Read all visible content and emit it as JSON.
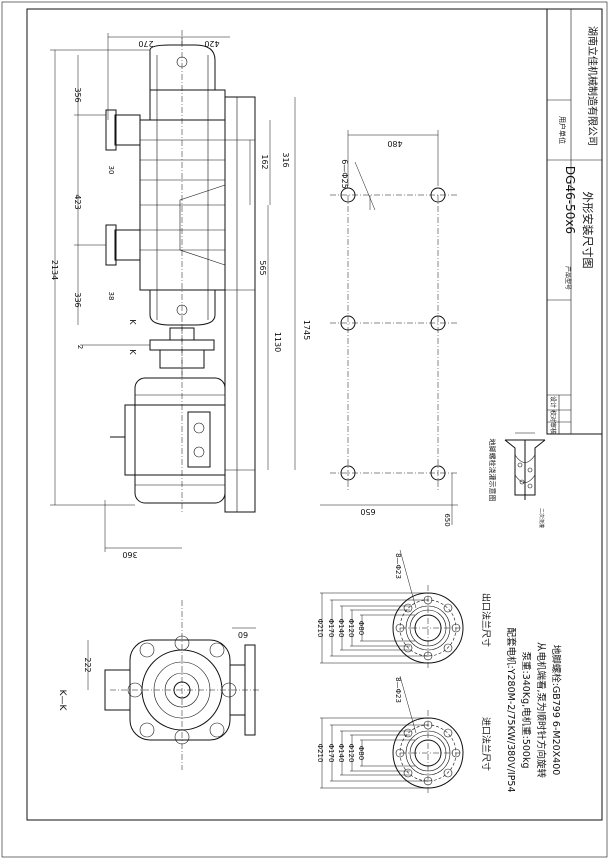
{
  "company": "湖南立佳机械制造有限公司",
  "title_block": {
    "user_unit_label": "用户单位",
    "product_model_label": "产品型号",
    "product_model": "DG46-50x6",
    "drawing_title": "外形安装尺寸图",
    "roles": [
      "设计",
      "校对",
      "审核"
    ]
  },
  "dimensions": {
    "top_270": "270",
    "top_420": "420",
    "left_356": "356",
    "left_30": "30",
    "left_423": "423",
    "left_38": "38",
    "left_336": "336",
    "overall_2134": "2134",
    "d162": "162",
    "d316": "316",
    "d565": "565",
    "d1130": "1130",
    "d1745": "1745",
    "d2": "2",
    "d360": "360",
    "d480": "480",
    "d650": "650",
    "holes": "6—Φ25",
    "d222": "222",
    "d60": "60"
  },
  "section_labels": {
    "k_top": "K",
    "k_bottom": "K",
    "kk": "K—K"
  },
  "inlet_flange": {
    "title": "进口法兰尺寸",
    "diameters": [
      "Φ210",
      "Φ170",
      "Φ140",
      "Φ120",
      "Φ80"
    ],
    "bolts": "8—Φ23"
  },
  "outlet_flange": {
    "title": "出口法兰尺寸",
    "diameters": [
      "Φ210",
      "Φ170",
      "Φ140",
      "Φ120",
      "Φ80"
    ],
    "bolts": "8—Φ23"
  },
  "anchor_detail": {
    "title": "地脚螺栓浇灌示意图",
    "note": "二次浇灌"
  },
  "notes": [
    "配套电机:Y280M-2/75KW/380V/IP54",
    "泵重:340Kg,电机重:500kg",
    "从电机端看,泵为顺时针方向旋转",
    "地脚螺栓:GB799  6-M20X400"
  ]
}
